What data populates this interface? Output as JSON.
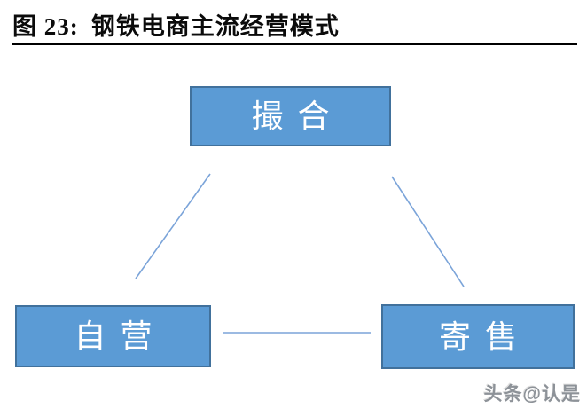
{
  "figure": {
    "label": "图 23:",
    "title": "钢铁电商主流经营模式"
  },
  "diagram": {
    "nodes": [
      {
        "id": "matchmaking",
        "label": "撮合",
        "position": "top-center"
      },
      {
        "id": "self-operated",
        "label": "自营",
        "position": "bottom-left"
      },
      {
        "id": "consignment",
        "label": "寄售",
        "position": "bottom-right"
      }
    ],
    "edges": [
      {
        "from": "撮合",
        "to": "自营"
      },
      {
        "from": "撮合",
        "to": "寄售"
      },
      {
        "from": "自营",
        "to": "寄售"
      }
    ]
  },
  "watermark": "头条@认是",
  "colors": {
    "node_fill": "#5b9bd5",
    "node_border": "#41719c",
    "node_text": "#ffffff",
    "connector": "#7ba4d9",
    "title_text": "#0b0b0b",
    "divider": "#000000",
    "watermark_text": "#8d9298",
    "background": "#ffffff"
  }
}
